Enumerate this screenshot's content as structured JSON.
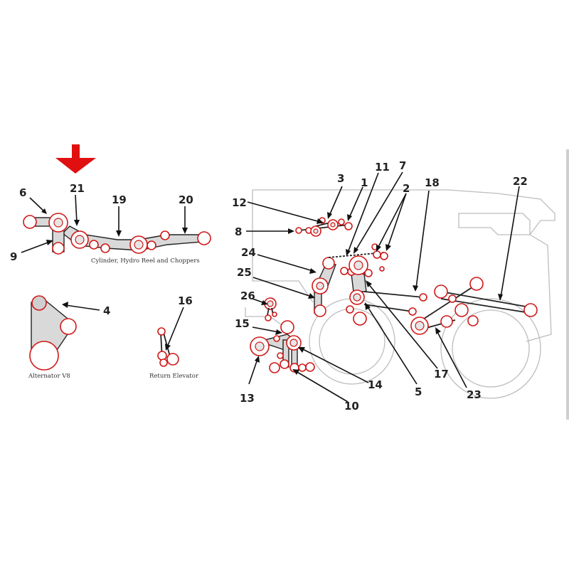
{
  "diagram": {
    "captions": {
      "cylinder_reel_choppers": "Cylinder, Hydro Reel and Choppers",
      "alternator": "Alternator V8",
      "return_elevator": "Return Elevator"
    },
    "callouts": [
      "1",
      "2",
      "3",
      "4",
      "5",
      "6",
      "7",
      "8",
      "9",
      "10",
      "11",
      "12",
      "13",
      "14",
      "15",
      "16",
      "17",
      "18",
      "19",
      "20",
      "21",
      "22",
      "23",
      "24",
      "25",
      "26"
    ],
    "colors": {
      "highlight_arrow": "#e01010",
      "pulley_outline": "#d01818",
      "belt_fill": "#d9d9d9",
      "machine_outline": "#bdbdbd"
    },
    "icons": {
      "indicator": "down-arrow-icon"
    }
  }
}
